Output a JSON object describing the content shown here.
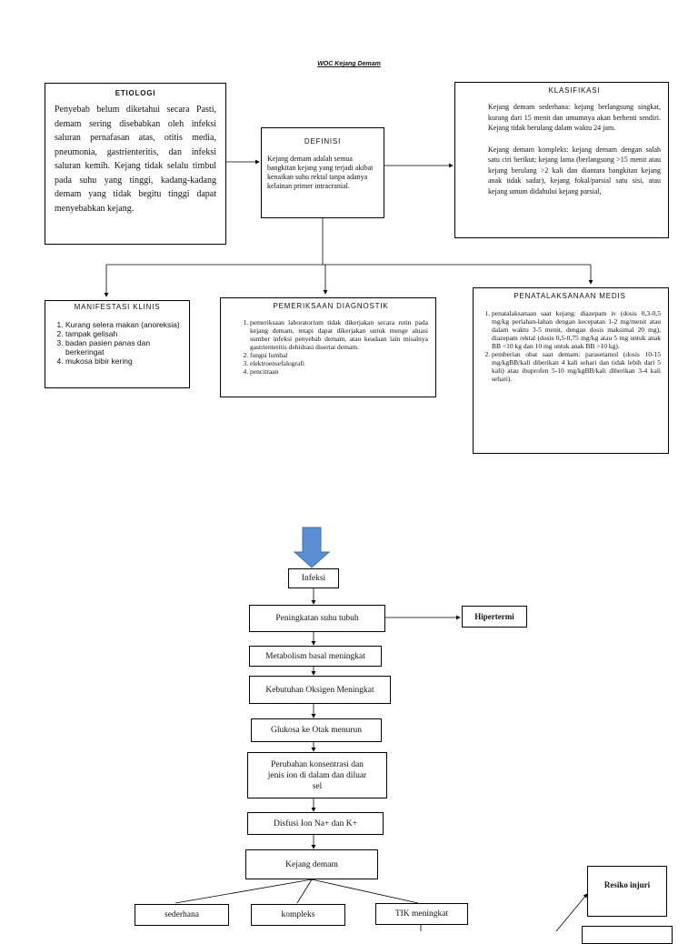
{
  "title": "WOC Kejang Demam",
  "etiologi": {
    "header": "ETIOLOGI",
    "text": "Penyebab belum diketahui secara Pasti, demam sering disebabkan oleh infeksi saluran pernafasan atas, otitis media, pneumonia, gastrienteritis, dan infeksi saluran kemih. Kejang tidak selalu timbul pada suhu yang tinggi, kadang-kadang demam yang tidak begitu tinggi dapat menyebabkan kejang."
  },
  "definisi": {
    "header": "DEFINISI",
    "text": "Kejang demam adalah semua bangkitan kejang yang terjadi akibat kenaikan suhu rektal tanpa adanya kelainan primer intracranial."
  },
  "klasifikasi": {
    "header": "KLASIFIKASI",
    "p1": "Kejang demam sederhana: kejang berlangsung singkat, kurang dari 15 menit dan umumnya akan berhenti sendiri. Kejang tidak berulang dalam waktu 24 jam.",
    "p2": "Kejang demam kompleks: kejang demam dengan salah satu ciri berikut; kejang lama (berlangsung >15 menit atau kejang berulang >2 kali dan diantara bangkitan kejang anak tidak sadar), kejang fokal/parsial satu sisi, atau kejang umum didahului kejang parsial,"
  },
  "manifestasi": {
    "header": "MANIFESTASI KLINIS",
    "items": [
      "Kurang selera makan (anoreksia)",
      "tampak gelisah",
      "badan pasien panas dan berkeringat",
      "mukosa bibir kering"
    ]
  },
  "pemeriksaan": {
    "header": "PEMERIKSAAN DIAGNOSTIK",
    "items": [
      "pemeriksaan laboratorium tidak dikerjakan secara rutin pada kejang demam, tetapi dapat dikerjakan untuk menge aluasi sumber infeksi penyebab demam, atau keadaan lain misalnya gastrienteritis dehidrasi disertai demam.",
      "fungsi lumbal",
      "elektroensefalografi",
      "pencitraan"
    ]
  },
  "penatalaksanaan": {
    "header": "PENATALAKSANAAN MEDIS",
    "items": [
      "penatalaksanaan saat kejang: diazepam iv (dosis 0,3-0,5 mg/kg perlahan-lahan dengan kecepatan 1-2 mg/menit atau dalam waktu 3-5 menit, dengan dosis maksimal 20 mg), diazepam rektal (dosis 0,5-0,75 mg/kg atau 5 mg untuk anak BB <10 kg dan 10 mg untuk anak BB >10 kg).",
      "pemberian obat saat demam: parasetamol (dosis 10-15 mg/kgBB/kali diberikan 4 kali sehari dan tidak lebih dari 5 kali) atau ibuprofen 5-10 mg/kgBB/kali diberikan 3-4 kali sehari)."
    ]
  },
  "flow": {
    "infeksi": "Infeksi",
    "peningkatan_suhu": "Peningkatan suhu tubuh",
    "hipertermi": "Hipertermi",
    "metabolisme": "Metabolism basal meningkat",
    "kebutuhan_oksigen": "Kebutuhan Oksigen Meningkat",
    "glukosa": "Glukosa ke Otak menurun",
    "perubahan": "Perubahan konsentrasi dan jenis ion di dalam dan diluar sel",
    "disfusi": "Disfusi Ion Na+ dan K+",
    "kejang": "Kejang demam",
    "sederhana": "sederhana",
    "kompleks": "kompleks",
    "tik": "TIK meningkat",
    "resiko": "Resiko injuri"
  },
  "colors": {
    "down_arrow": "#5b8fd4",
    "line": "#000000"
  }
}
